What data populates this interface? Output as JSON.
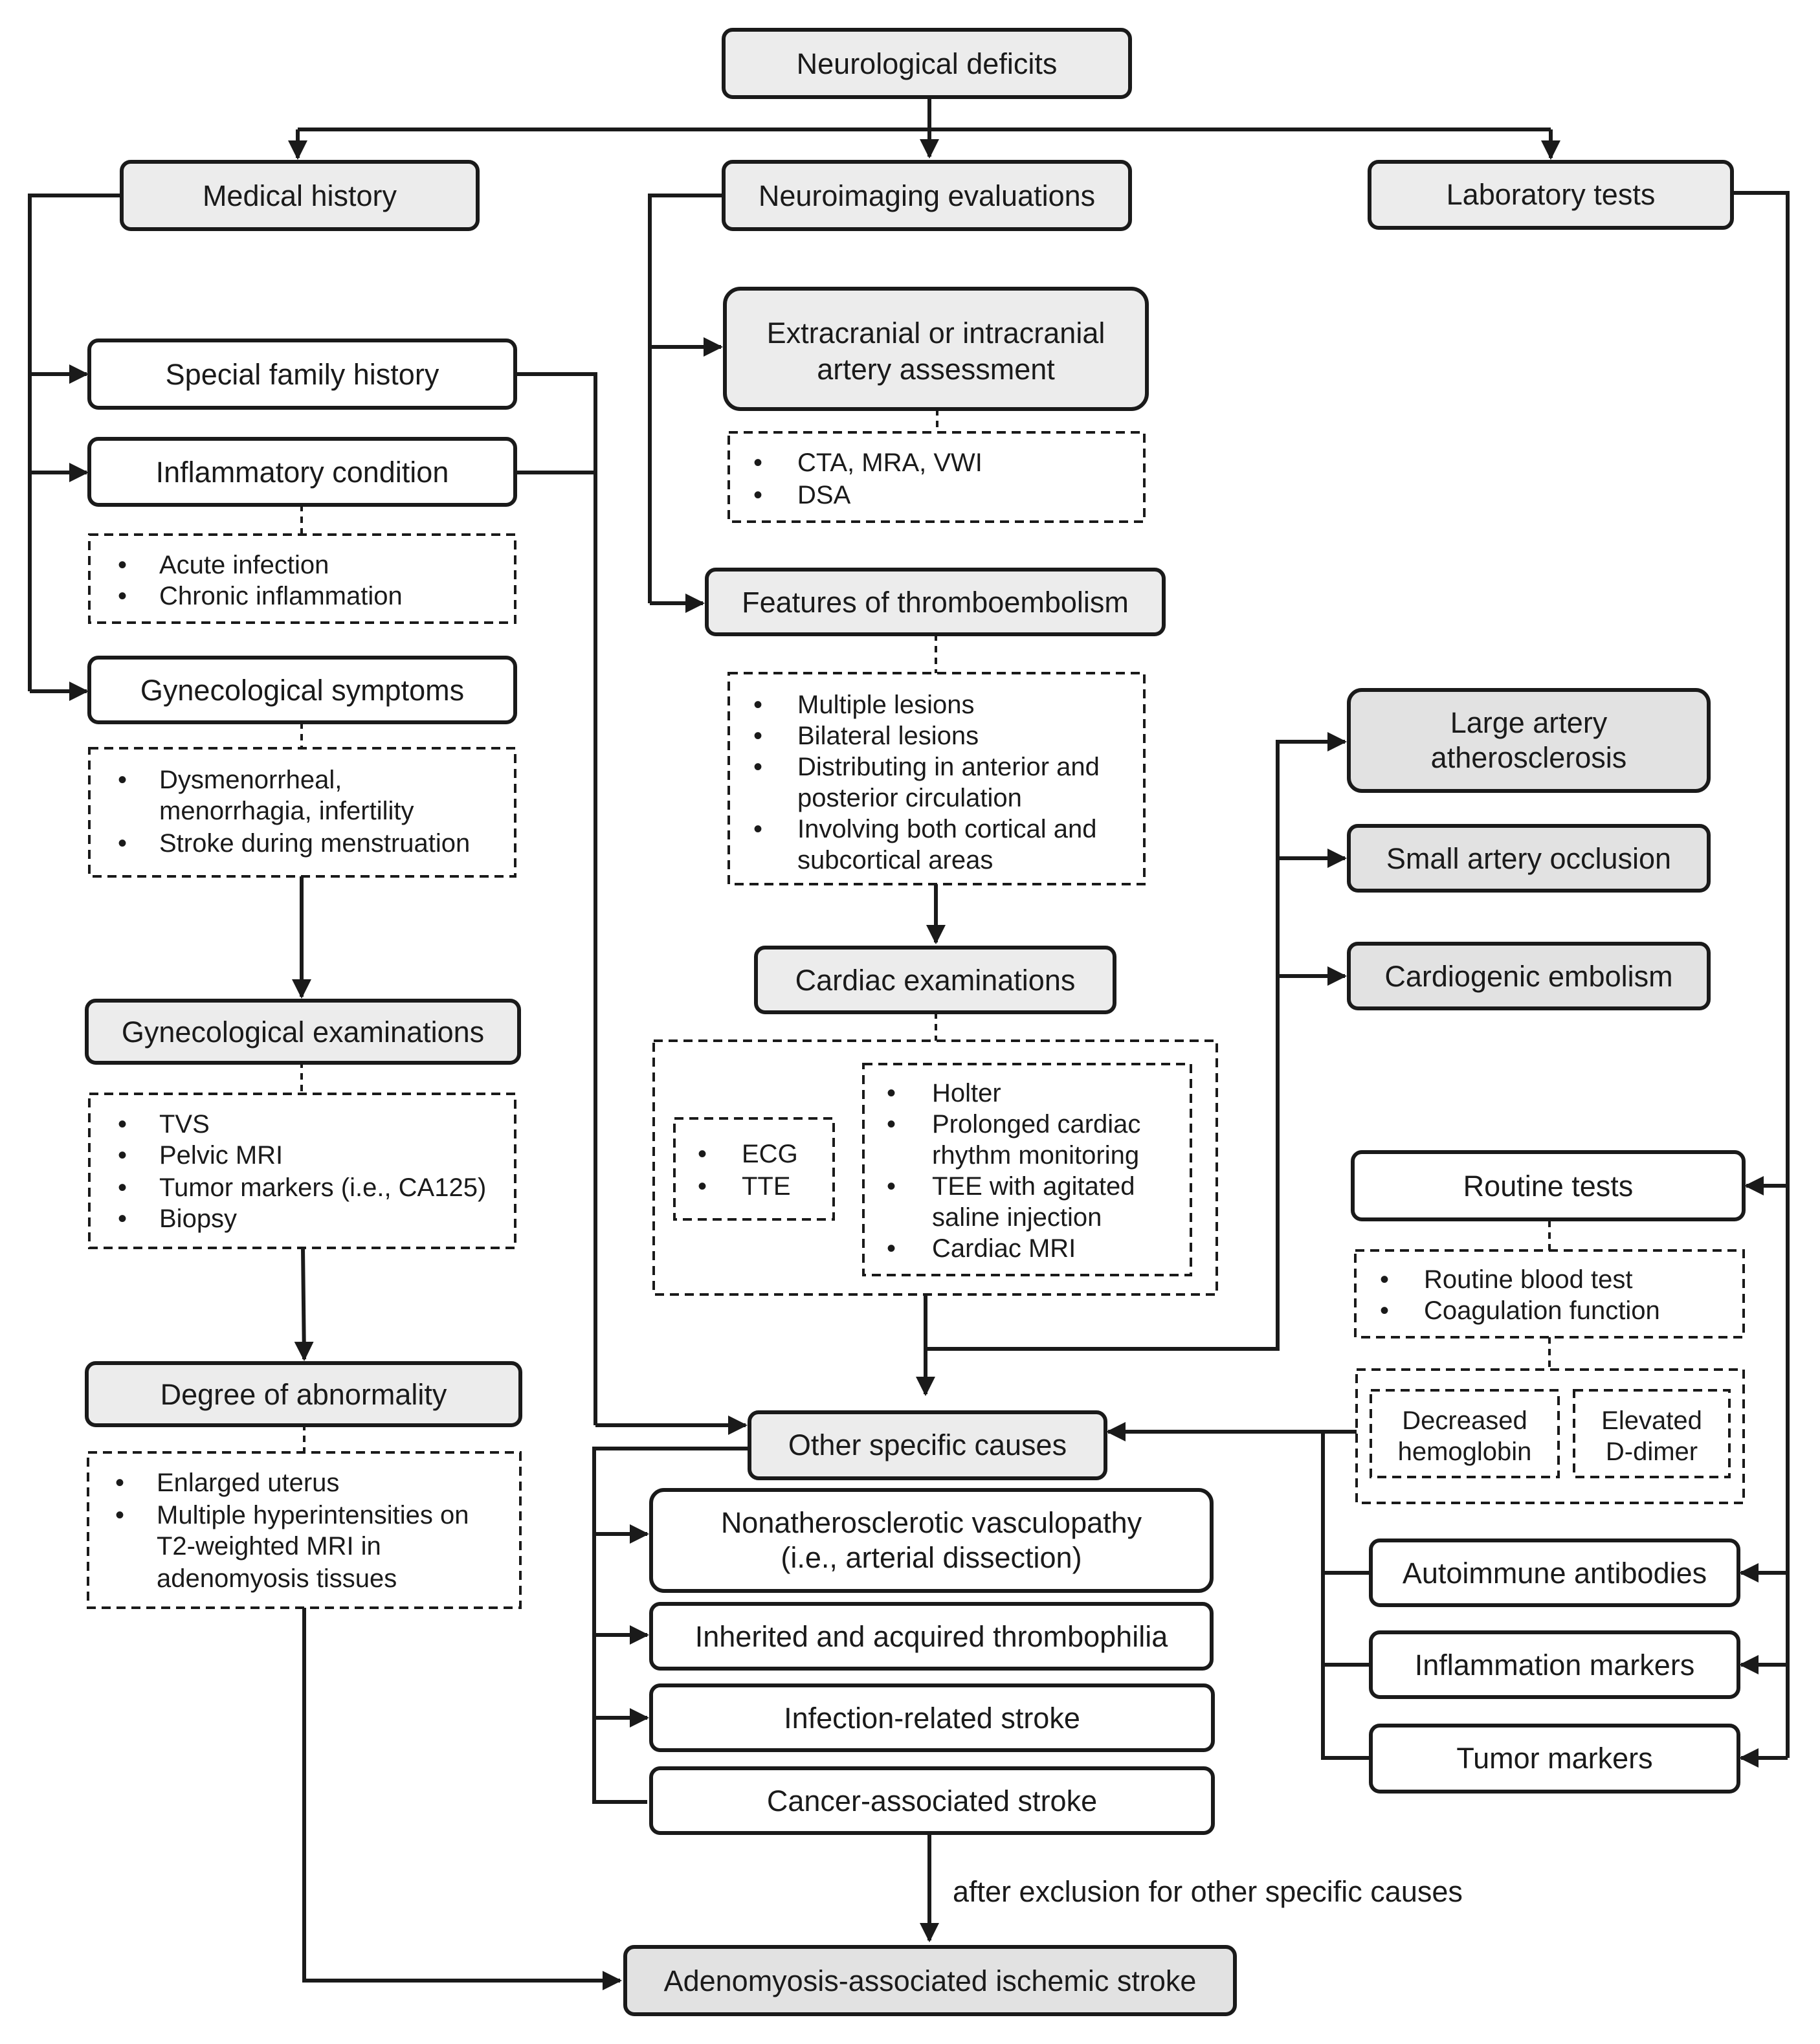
{
  "nodes": {
    "neurological_deficits": "Neurological deficits",
    "medical_history": "Medical history",
    "neuroimaging": "Neuroimaging evaluations",
    "laboratory": "Laboratory tests",
    "special_family": "Special family history",
    "inflammatory": "Inflammatory condition",
    "gyn_symptoms": "Gynecological symptoms",
    "gyn_exams": "Gynecological examinations",
    "degree": "Degree of abnormality",
    "artery_assessment": [
      "Extracranial or intracranial",
      "artery assessment"
    ],
    "thromboembolism": "Features of thromboembolism",
    "cardiac_exams": "Cardiac examinations",
    "large_artery": [
      "Large artery",
      "atherosclerosis"
    ],
    "small_artery": "Small artery occlusion",
    "cardiogenic": "Cardiogenic embolism",
    "routine_tests": "Routine tests",
    "other_causes": "Other specific causes",
    "nonathero": [
      "Nonatherosclerotic vasculopathy",
      "(i.e., arterial dissection)"
    ],
    "thrombophilia": "Inherited and acquired thrombophilia",
    "infection_stroke": "Infection-related stroke",
    "cancer_stroke": "Cancer-associated stroke",
    "autoimmune": "Autoimmune antibodies",
    "inflam_markers": "Inflammation markers",
    "tumor_markers": "Tumor markers",
    "final": "Adenomyosis-associated ischemic stroke"
  },
  "lists": {
    "inflammation_items": [
      "Acute infection",
      "Chronic  inflammation"
    ],
    "gyn_symptom_items": [
      "Dysmenorrheal,",
      "menorrhagia, infertility",
      "Stroke during menstruation"
    ],
    "gyn_exam_items": [
      "TVS",
      "Pelvic MRI",
      "Tumor markers (i.e., CA125)",
      "Biopsy"
    ],
    "abnormality_items": [
      "Enlarged uterus",
      "Multiple hyperintensities on",
      "T2-weighted MRI in",
      "adenomyosis tissues"
    ],
    "imaging_items": [
      "CTA, MRA, VWI",
      "DSA"
    ],
    "thrombo_items": [
      "Multiple lesions",
      "Bilateral lesions",
      "Distributing in anterior and",
      "posterior circulation",
      "Involving both cortical and",
      "subcortical areas"
    ],
    "ecg_items": [
      "ECG",
      "TTE"
    ],
    "holter_items": [
      "Holter",
      "Prolonged cardiac",
      "rhythm monitoring",
      "TEE with agitated",
      "saline injection",
      "Cardiac MRI"
    ],
    "routine_items": [
      "Routine blood test",
      "Coagulation function"
    ],
    "hemoglobin": [
      "Decreased",
      "hemoglobin"
    ],
    "ddimer": [
      "Elevated",
      "D-dimer"
    ]
  },
  "annotation": "after exclusion for other specific causes"
}
